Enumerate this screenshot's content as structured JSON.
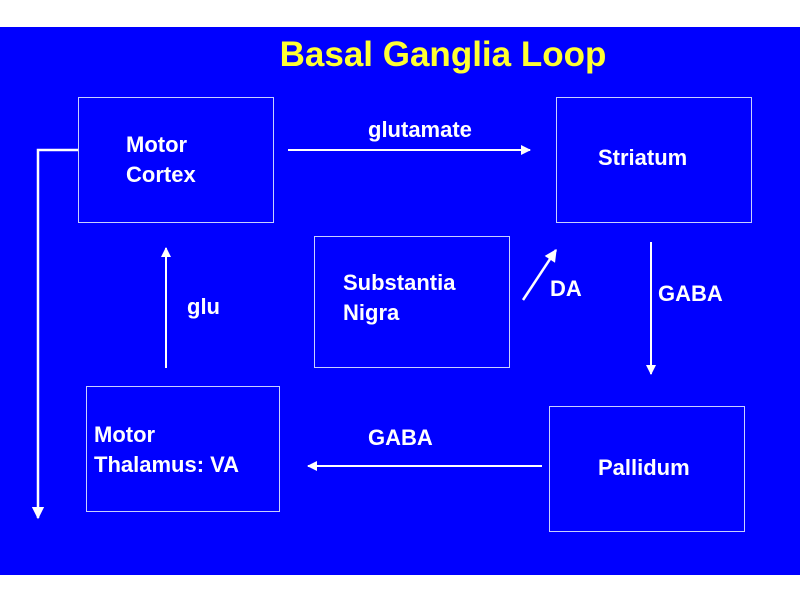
{
  "title": "Basal Ganglia Loop",
  "nodes": {
    "motor_cortex": [
      "Motor",
      "Cortex"
    ],
    "striatum": [
      "Striatum"
    ],
    "substantia_nigra": [
      "Substantia",
      "Nigra"
    ],
    "motor_thalamus": [
      "Motor",
      "Thalamus: VA"
    ],
    "pallidum": [
      "Pallidum"
    ]
  },
  "edges": {
    "cortex_to_striatum": "glutamate",
    "nigra_to_striatum": "DA",
    "striatum_to_pallidum": "GABA",
    "pallidum_to_thalamus": "GABA",
    "thalamus_to_cortex": "glu"
  },
  "colors": {
    "background": "#0000ff",
    "title": "#ffff33",
    "text": "#ffffff",
    "box_border": "#c8d0ff"
  }
}
